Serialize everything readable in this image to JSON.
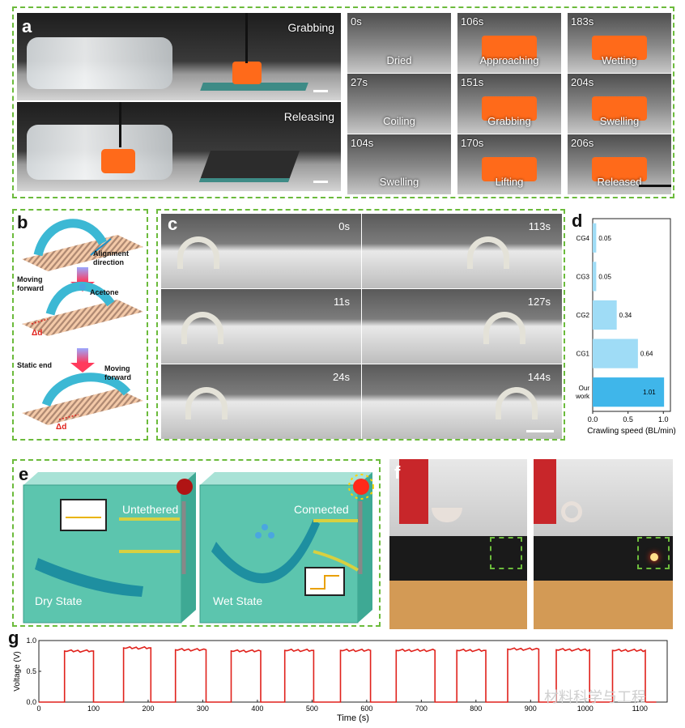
{
  "panel_a": {
    "label": "a",
    "left_labels": [
      "Grabbing",
      "Releasing"
    ],
    "columns": [
      {
        "tiles": [
          {
            "time": "0s",
            "caption": "Dried"
          },
          {
            "time": "27s",
            "caption": "Coiling"
          },
          {
            "time": "104s",
            "caption": "Swelling"
          }
        ]
      },
      {
        "tiles": [
          {
            "time": "106s",
            "caption": "Approaching"
          },
          {
            "time": "151s",
            "caption": "Grabbing"
          },
          {
            "time": "170s",
            "caption": "Lifting"
          }
        ]
      },
      {
        "tiles": [
          {
            "time": "183s",
            "caption": "Wetting"
          },
          {
            "time": "204s",
            "caption": "Swelling"
          },
          {
            "time": "206s",
            "caption": "Released"
          }
        ]
      }
    ]
  },
  "panel_b": {
    "label": "b",
    "texts": {
      "alignment": "Alignment\ndirection",
      "moving1": "Moving\nforward",
      "acetone": "Acetone",
      "delta1": "Δd",
      "static_end": "Static end",
      "moving2": "Moving\nforward",
      "delta2": "Δd"
    }
  },
  "panel_c": {
    "label": "c",
    "times": [
      "0s",
      "113s",
      "11s",
      "127s",
      "24s",
      "144s"
    ]
  },
  "panel_d": {
    "label": "d",
    "chart_data": {
      "type": "bar",
      "orientation": "horizontal",
      "categories": [
        "CG4",
        "CG3",
        "CG2",
        "CG1",
        "Our work"
      ],
      "values": [
        0.05,
        0.05,
        0.34,
        0.64,
        1.01
      ],
      "value_labels": [
        "0.05",
        "0.05",
        "0.34",
        "0.64",
        "1.01"
      ],
      "xlabel": "Crawling speed (BL/min)",
      "xlim": [
        0,
        1.1
      ],
      "xticks": [
        "0.0",
        "0.5",
        "1.0"
      ],
      "colors": [
        "#9fdcf6",
        "#9fdcf6",
        "#9fdcf6",
        "#9fdcf6",
        "#3fb6ea"
      ]
    }
  },
  "panel_e": {
    "label": "e",
    "dry_state": "Dry State",
    "wet_state": "Wet State",
    "untethered": "Untethered",
    "connected": "Connected"
  },
  "panel_f": {
    "label": "f"
  },
  "panel_g": {
    "label": "g",
    "chart_data": {
      "type": "line",
      "xlabel": "Time (s)",
      "ylabel": "Voltage (V)",
      "xlim": [
        0,
        1150
      ],
      "ylim": [
        0,
        1.0
      ],
      "xticks": [
        "0",
        "100",
        "200",
        "300",
        "400",
        "500",
        "600",
        "700",
        "800",
        "900",
        "1000",
        "1100"
      ],
      "yticks": [
        "0.0",
        "0.5",
        "1.0"
      ],
      "color": "#e0211b",
      "pulses": [
        {
          "on": 47,
          "off": 100,
          "level": 0.83
        },
        {
          "on": 155,
          "off": 205,
          "level": 0.88
        },
        {
          "on": 250,
          "off": 306,
          "level": 0.85
        },
        {
          "on": 352,
          "off": 406,
          "level": 0.83
        },
        {
          "on": 450,
          "off": 503,
          "level": 0.84
        },
        {
          "on": 552,
          "off": 607,
          "level": 0.84
        },
        {
          "on": 654,
          "off": 725,
          "level": 0.84
        },
        {
          "on": 765,
          "off": 818,
          "level": 0.84
        },
        {
          "on": 858,
          "off": 915,
          "level": 0.86
        },
        {
          "on": 947,
          "off": 1008,
          "level": 0.85
        },
        {
          "on": 1050,
          "off": 1110,
          "level": 0.84
        }
      ]
    },
    "watermark": "材料科学与工程"
  }
}
